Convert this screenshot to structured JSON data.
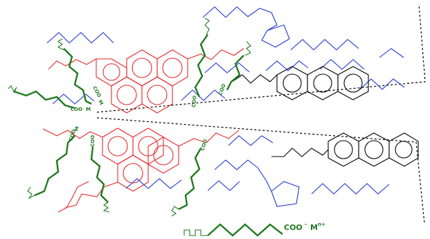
{
  "colors": {
    "aromatic_core": "#e8262a",
    "alkyl_chain": "#1f35d6",
    "surfactant": "#1f7a1f",
    "neutral": "#000000",
    "boundary": "#000000"
  },
  "labels": {
    "carboxylate_salt": "COO",
    "charge_minus": "-",
    "metal_ion": "M",
    "metal_charge": "n+",
    "coo_short": "COO",
    "m_short": "M"
  }
}
